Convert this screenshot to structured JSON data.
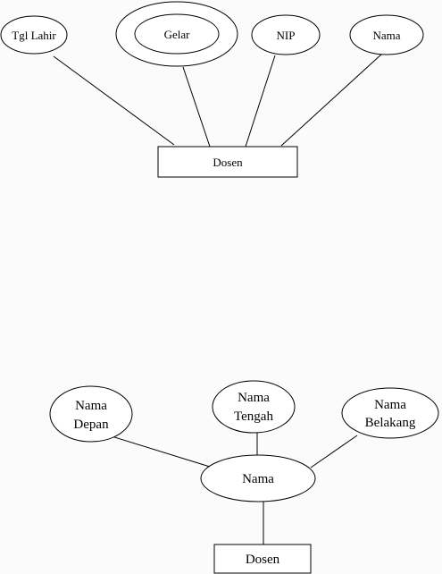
{
  "diagram1": {
    "entity": "Dosen",
    "attributes": {
      "tgl_lahir": "Tgl Lahir",
      "gelar": "Gelar",
      "nip": "NIP",
      "nama": "Nama"
    }
  },
  "diagram2": {
    "entity": "Dosen",
    "composite": "Nama",
    "parts": {
      "depan_1": "Nama",
      "depan_2": "Depan",
      "tengah_1": "Nama",
      "tengah_2": "Tengah",
      "belakang_1": "Nama",
      "belakang_2": "Belakang"
    }
  }
}
